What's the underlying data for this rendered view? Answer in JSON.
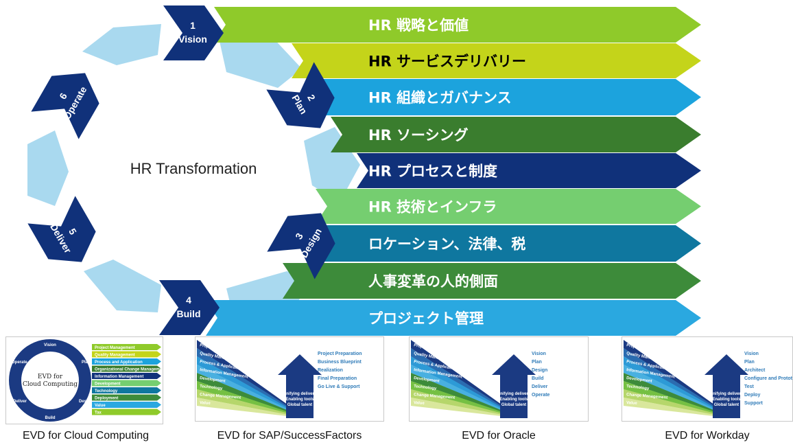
{
  "center_title": "HR Transformation",
  "bands": [
    {
      "label": "HR 戦略と価値",
      "color": "#8fca2a",
      "text_color": "#ffffff"
    },
    {
      "label": "HR サービスデリバリー",
      "color": "#c4d41a",
      "text_color": "#000000"
    },
    {
      "label": "HR 組織とガバナンス",
      "color": "#1ca3dd",
      "text_color": "#ffffff"
    },
    {
      "label": "HR ソーシング",
      "color": "#3a7d2e",
      "text_color": "#ffffff"
    },
    {
      "label": "HR プロセスと制度",
      "color": "#10317a",
      "text_color": "#ffffff"
    },
    {
      "label": "HR 技術とインフラ",
      "color": "#75ce70",
      "text_color": "#ffffff"
    },
    {
      "label": "ロケーション、法律、税",
      "color": "#0f779f",
      "text_color": "#ffffff"
    },
    {
      "label": "人事変革の人的側面",
      "color": "#3d8b3a",
      "text_color": "#ffffff"
    },
    {
      "label": "プロジェクト管理",
      "color": "#2aa8e0",
      "text_color": "#ffffff"
    }
  ],
  "phases": [
    {
      "num": "1",
      "name": "Vision"
    },
    {
      "num": "2",
      "name": "Plan"
    },
    {
      "num": "3",
      "name": "Design"
    },
    {
      "num": "4",
      "name": "Build"
    },
    {
      "num": "5",
      "name": "Deliver"
    },
    {
      "num": "6",
      "name": "Operate"
    }
  ],
  "phase_color": "#10317a",
  "cycle_color": "#a9d9ef",
  "thumbnails": [
    {
      "caption": "EVD for Cloud Computing",
      "center_text": [
        "EVD for",
        "Cloud Computing"
      ],
      "ring_labels": [
        "Vision",
        "Plan",
        "Design",
        "Build",
        "Deliver",
        "Operate"
      ],
      "list": [
        "Project Management",
        "Quality Management",
        "Process and Application",
        "Organizational Change Management",
        "Information Management",
        "Development",
        "Technology",
        "Deployment",
        "Value",
        "Tax"
      ]
    },
    {
      "caption": "EVD for SAP/SuccessFactors",
      "fan_labels": [
        "Project Management",
        "Quality Management",
        "Process & Application",
        "Information Management",
        "Development",
        "Technology",
        "Change Management",
        "Value"
      ],
      "core_text": [
        "Unifying delivery",
        "Enabling tools",
        "Global talent"
      ],
      "list": [
        "Project Preparation",
        "Business Blueprint",
        "Realization",
        "Final Preparation",
        "Go Live & Support"
      ]
    },
    {
      "caption": "EVD for Oracle",
      "fan_labels": [
        "Project Management",
        "Quality Management",
        "Process & Application",
        "Information Management",
        "Development",
        "Technology",
        "Change Management",
        "Value"
      ],
      "core_text": [
        "Unifying delivery",
        "Enabling tools",
        "Global talent"
      ],
      "list": [
        "Vision",
        "Plan",
        "Design",
        "Build",
        "Deliver",
        "Operate"
      ]
    },
    {
      "caption": "EVD for Workday",
      "fan_labels": [
        "Project Management",
        "Quality Management",
        "Process & Application",
        "Information Management",
        "Development",
        "Technology",
        "Change Management",
        "Value"
      ],
      "core_text": [
        "Unifying delivery",
        "Enabling tools",
        "Global talent"
      ],
      "list": [
        "Vision",
        "Plan",
        "Architect",
        "Configure and Prototype",
        "Test",
        "Deploy",
        "Support"
      ]
    }
  ]
}
